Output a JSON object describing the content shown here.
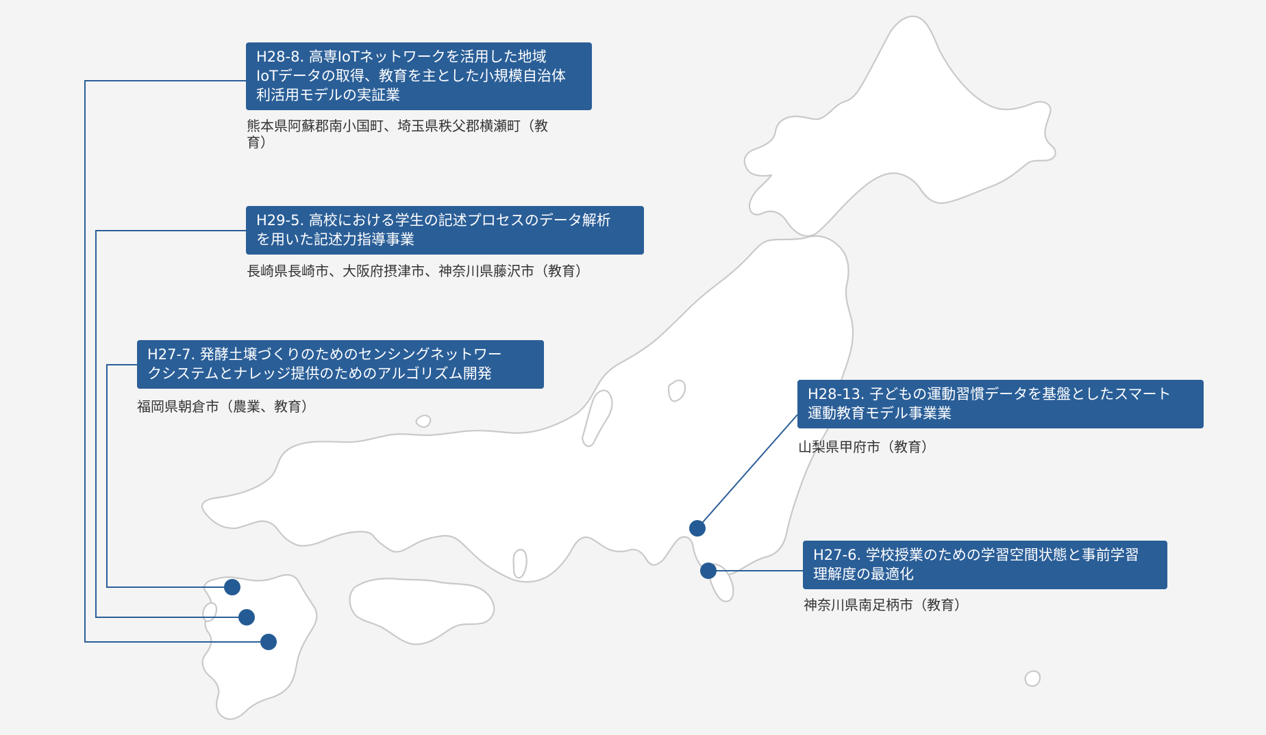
{
  "colors": {
    "background": "#f4f4f4",
    "land": "#ffffff",
    "coast": "#c9c9c9",
    "box": "#2a5e97",
    "marker": "#245b94",
    "connector": "#2a5e97",
    "location_text": "#333333"
  },
  "projects": [
    {
      "id": "h28-8",
      "title_lines": [
        "H28-8. 高専IoTネットワークを活用した地域",
        "IoTデータの取得、教育を主とした小規模自治体",
        "利活用モデルの実証業"
      ],
      "location_lines": [
        "熊本県阿蘇郡南小国町、埼玉県秩父郡横瀬町（教",
        "育）"
      ]
    },
    {
      "id": "h29-5",
      "title_lines": [
        "H29-5. 高校における学生の記述プロセスのデータ解析",
        "を用いた記述力指導事業"
      ],
      "location_lines": [
        "長崎県長崎市、大阪府摂津市、神奈川県藤沢市（教育）"
      ]
    },
    {
      "id": "h27-7",
      "title_lines": [
        "H27-7. 発酵土壌づくりのためのセンシングネットワー",
        "クシステムとナレッジ提供のためのアルゴリズム開発"
      ],
      "location_lines": [
        "福岡県朝倉市（農業、教育）"
      ]
    },
    {
      "id": "h28-13",
      "title_lines": [
        "H28-13. 子どもの運動習慣データを基盤としたスマート",
        "運動教育モデル事業業"
      ],
      "location_lines": [
        "山梨県甲府市（教育）"
      ]
    },
    {
      "id": "h27-6",
      "title_lines": [
        "H27-6. 学校授業のための学習空間状態と事前学習",
        "理解度の最適化"
      ],
      "location_lines": [
        "神奈川県南足柄市（教育）"
      ]
    }
  ]
}
